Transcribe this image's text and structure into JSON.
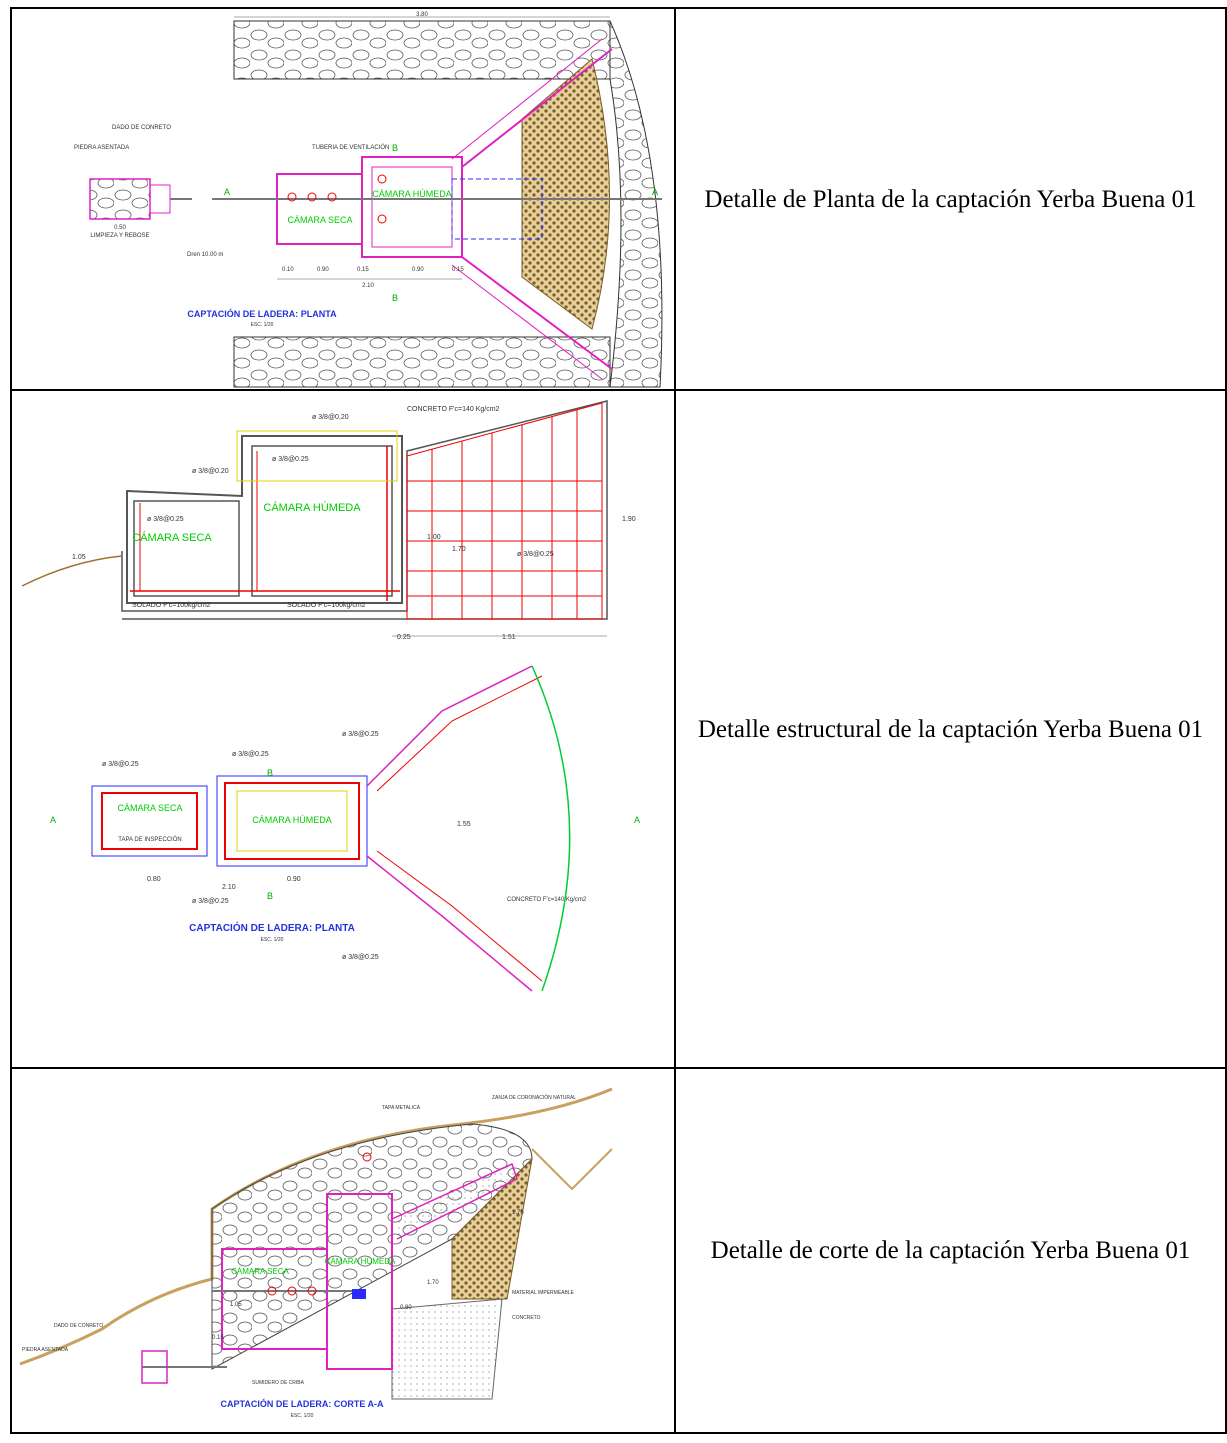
{
  "rows": [
    {
      "caption": "Detalle de Planta de la captación Yerba Buena 01",
      "drawing": {
        "title": "CAPTACIÓN DE LADERA: PLANTA",
        "scale": "ESC. 1/20",
        "labels": {
          "camara_seca": "CÁMARA SECA",
          "camara_humeda": "CÁMARA HÚMEDA",
          "limpieza": "LIMPIEZA Y REBOSE",
          "dado": "DADO DE CONRETO",
          "piedra": "PIEDRA ASENTADA",
          "tuberia": "TUBERIA DE VENTILACIÓN",
          "dim_top": "3.80",
          "dim_bottom": "2.10",
          "dim_a": "0.50",
          "dim_b": "0.90",
          "dim_c": "0.15",
          "dim_d": "0.10",
          "section_a": "A",
          "section_b": "B",
          "dren": "Dren 10.00 m"
        }
      }
    },
    {
      "caption": "Detalle estructural de la captación Yerba Buena 01",
      "drawing": {
        "title": "CAPTACIÓN DE LADERA: PLANTA",
        "scale": "ESC. 1/20",
        "labels": {
          "concreto": "CONCRETO F'c=140 Kg/cm2",
          "camara_seca": "CÁMARA SECA",
          "camara_humeda": "CÁMARA HÚMEDA",
          "solado1": "SOLADO F'c=100kg/cm2",
          "solado2": "SOLADO F'c=100kg/cm2",
          "bar20": "ø 3/8@0.20",
          "bar25": "ø 3/8@0.25",
          "tapa": "TAPA DE INSPECCIÓN",
          "dim_190": "1.90",
          "dim_170": "1.70",
          "dim_151": "1.51",
          "dim_025": "0.25",
          "dim_105": "1.05",
          "dim_100": "1.00",
          "dim_210": "2.10",
          "dim_090": "0.90",
          "dim_080": "0.80",
          "dim_155": "1.55",
          "section_a": "A",
          "section_b": "B"
        }
      }
    },
    {
      "caption": "Detalle de corte de la captación Yerba Buena 01",
      "drawing": {
        "title": "CAPTACIÓN DE LADERA: CORTE A-A",
        "scale": "ESC. 1/20",
        "labels": {
          "tapa": "TAPA METALICA",
          "zanja": "ZANJA DE CORONACIÓN NATURAL",
          "camara_seca": "CÁMARA SECA",
          "camara_humeda": "CÁMARA HÚMEDA",
          "material": "MATERIAL IMPERMEABLE",
          "concreto": "CONCRETO",
          "dado": "DADO DE CONRETO",
          "piedra": "PIEDRA ASENTADA",
          "sumidero": "SUMIDERO DE CRIBA",
          "dim_175": "1.75",
          "dim_170": "1.70",
          "dim_105": "1.05",
          "dim_080": "0.80",
          "dim_015": "0.15"
        }
      }
    }
  ]
}
